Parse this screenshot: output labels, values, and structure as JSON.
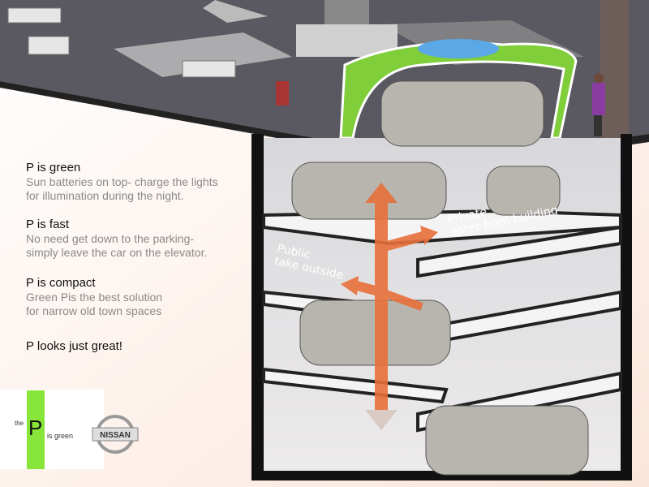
{
  "features": [
    {
      "title": "P is green",
      "lines": [
        "Sun batteries on top- charge the lights",
        "for illumination during the night."
      ]
    },
    {
      "title": "P is fast",
      "lines": [
        "No need get down to the parking-",
        "simply leave the car on the elevator."
      ]
    },
    {
      "title": "P is compact",
      "lines": [
        "Green Pis the best solution",
        "for narrow old town spaces"
      ]
    },
    {
      "title": "P looks just great!",
      "lines": []
    }
  ],
  "labels": {
    "private_title": "Private",
    "private_sub": "enter from building",
    "public_title": "Public",
    "public_sub": "take outside"
  },
  "logo": {
    "the": "the",
    "p": "P",
    "is_green": "is green",
    "brand": "NISSAN"
  },
  "colors": {
    "accent_green": "#88e63a",
    "arrow_orange": "#e8703a"
  }
}
